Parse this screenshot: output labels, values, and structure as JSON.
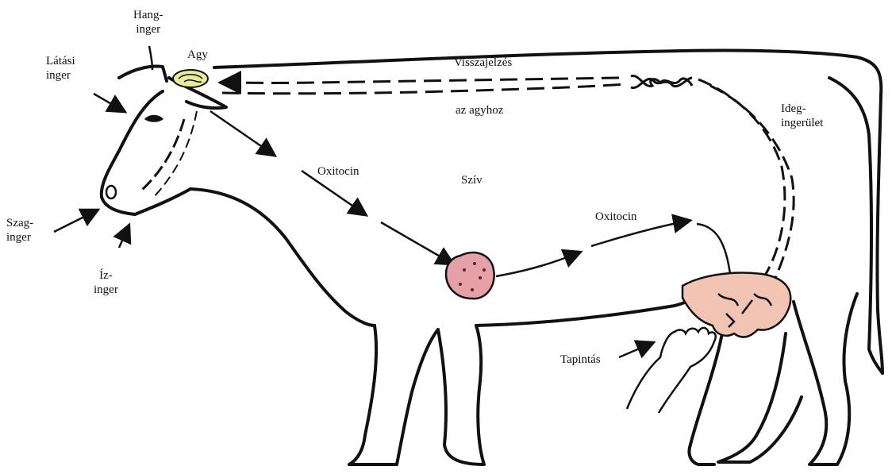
{
  "labels": {
    "hang": [
      "Hang-",
      "inger"
    ],
    "agy": "Agy",
    "latasi": [
      "Látási",
      "inger"
    ],
    "visszajelzes": "Visszajelzés",
    "az_agyhoz": "az agyhoz",
    "ideg": [
      "Ideg-",
      "ingerület"
    ],
    "oxitocin_upper": "Oxitocin",
    "sziv": "Szív",
    "oxitocin_lower": "Oxitocin",
    "szag": [
      "Szag-",
      "inger"
    ],
    "iz": [
      "Íz-",
      "inger"
    ],
    "tapintas": "Tapintás"
  },
  "colors": {
    "outline": "#111111",
    "brain": "#e9ec9a",
    "heart": "#e6a0a8",
    "udder": "#f2c4b4"
  }
}
